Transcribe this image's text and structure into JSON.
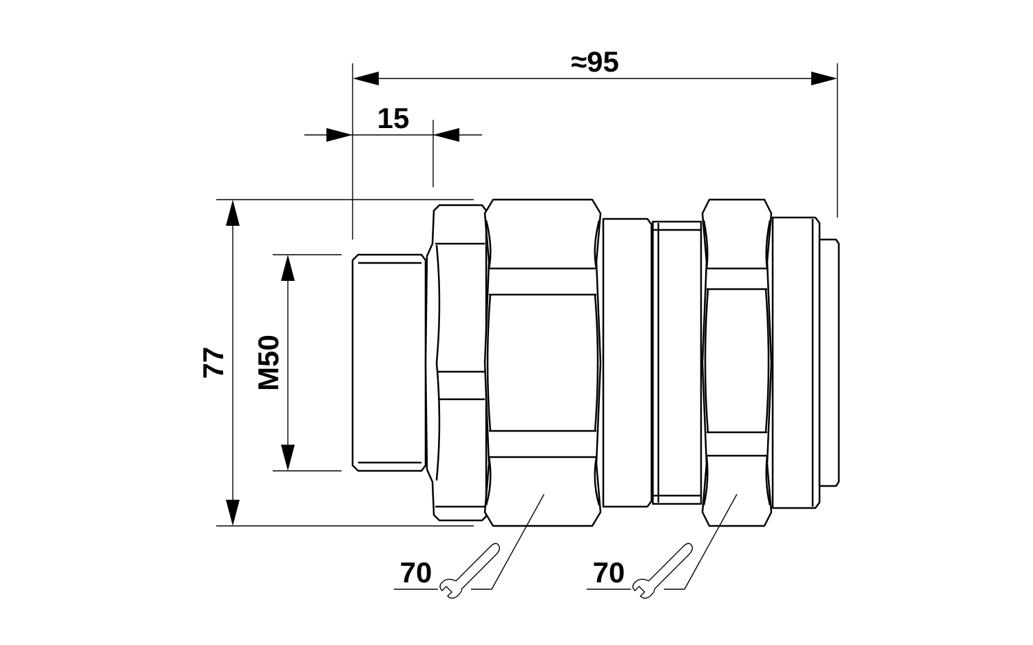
{
  "drawing": {
    "colors": {
      "line": "#000000",
      "background": "#ffffff"
    },
    "dimensions": {
      "overall_length": "≈95",
      "thread_length": "15",
      "outer_diameter": "77",
      "thread_size": "M50"
    },
    "wrench_sizes": {
      "first": "70",
      "second": "70"
    },
    "icons": [
      "wrench-icon",
      "wrench-icon"
    ]
  }
}
